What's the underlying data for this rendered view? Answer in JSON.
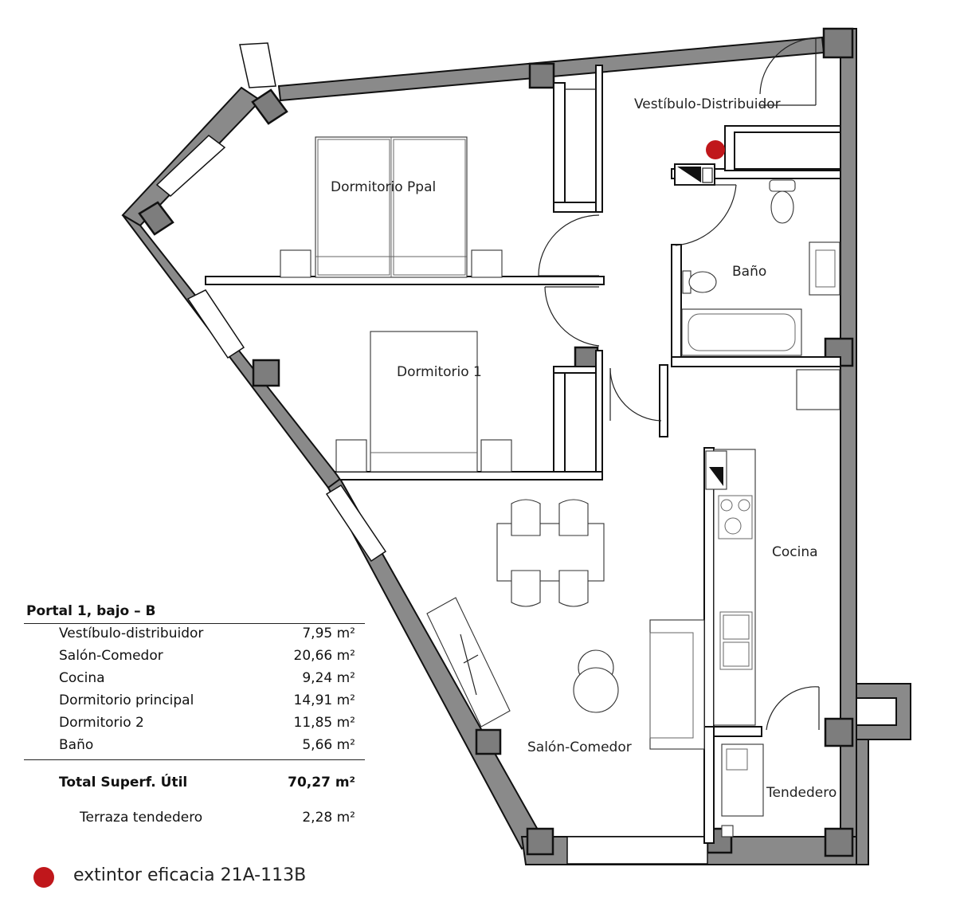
{
  "rooms": {
    "vestibulo": "Vestíbulo-Distribuidor",
    "dormitorio_ppal": "Dormitorio Ppal",
    "bano": "Baño",
    "dormitorio_1": "Dormitorio 1",
    "cocina": "Cocina",
    "salon": "Salón-Comedor",
    "tendedero": "Tendedero"
  },
  "table": {
    "title": "Portal 1, bajo – B",
    "rows": [
      {
        "name": "Vestíbulo-distribuidor",
        "area": "7,95 m²"
      },
      {
        "name": "Salón-Comedor",
        "area": "20,66 m²"
      },
      {
        "name": "Cocina",
        "area": "9,24 m²"
      },
      {
        "name": "Dormitorio principal",
        "area": "14,91 m²"
      },
      {
        "name": "Dormitorio 2",
        "area": "11,85 m²"
      },
      {
        "name": "Baño",
        "area": "5,66 m²"
      }
    ],
    "total": {
      "name": "Total Superf. Útil",
      "area": "70,27 m²"
    },
    "terraza": {
      "name": "Terraza tendedero",
      "area": "2,28 m²"
    }
  },
  "legend": {
    "label": "extintor eficacia 21A-113B",
    "marker_color": "#c0171b"
  },
  "colors": {
    "wall": "#8a8a8a",
    "extinguisher": "#c0171b"
  }
}
